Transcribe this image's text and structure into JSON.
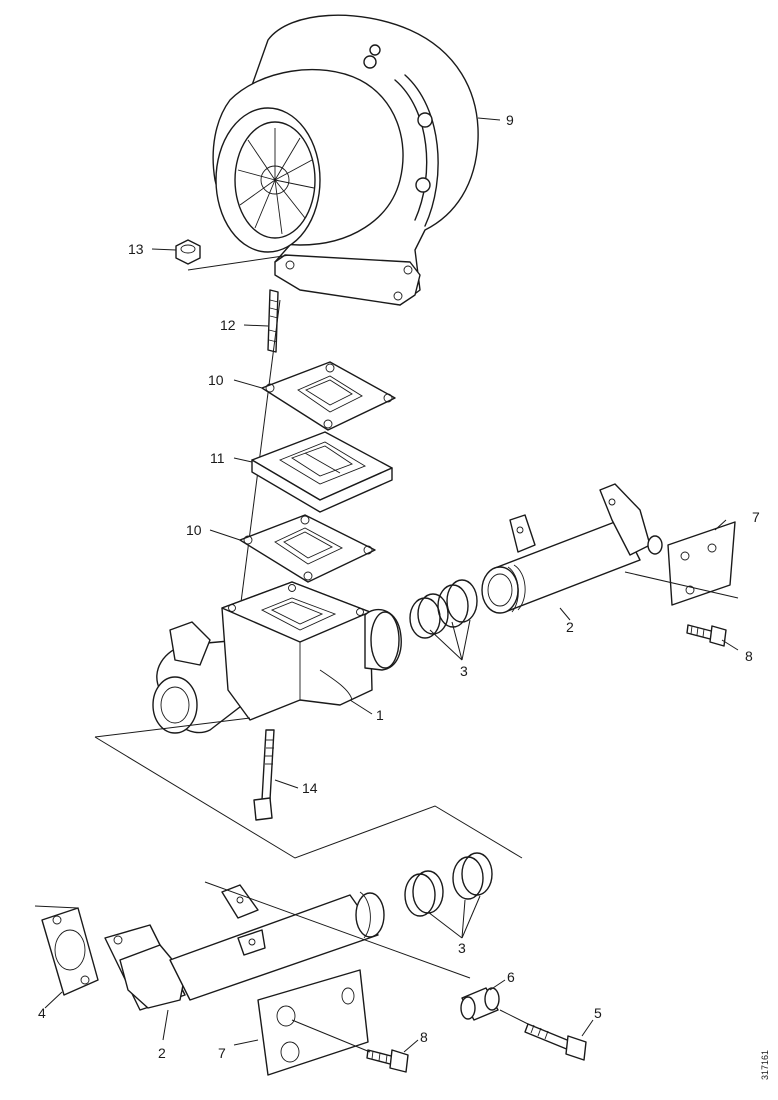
{
  "callouts": {
    "c9": "9",
    "c13": "13",
    "c12": "12",
    "c10a": "10",
    "c11": "11",
    "c10b": "10",
    "c7a": "7",
    "c2a": "2",
    "c3a": "3",
    "c8a": "8",
    "c1": "1",
    "c14": "14",
    "c4": "4",
    "c2b": "2",
    "c7b": "7",
    "c3b": "3",
    "c6": "6",
    "c5": "5",
    "c8b": "8"
  },
  "document_number": "317161"
}
